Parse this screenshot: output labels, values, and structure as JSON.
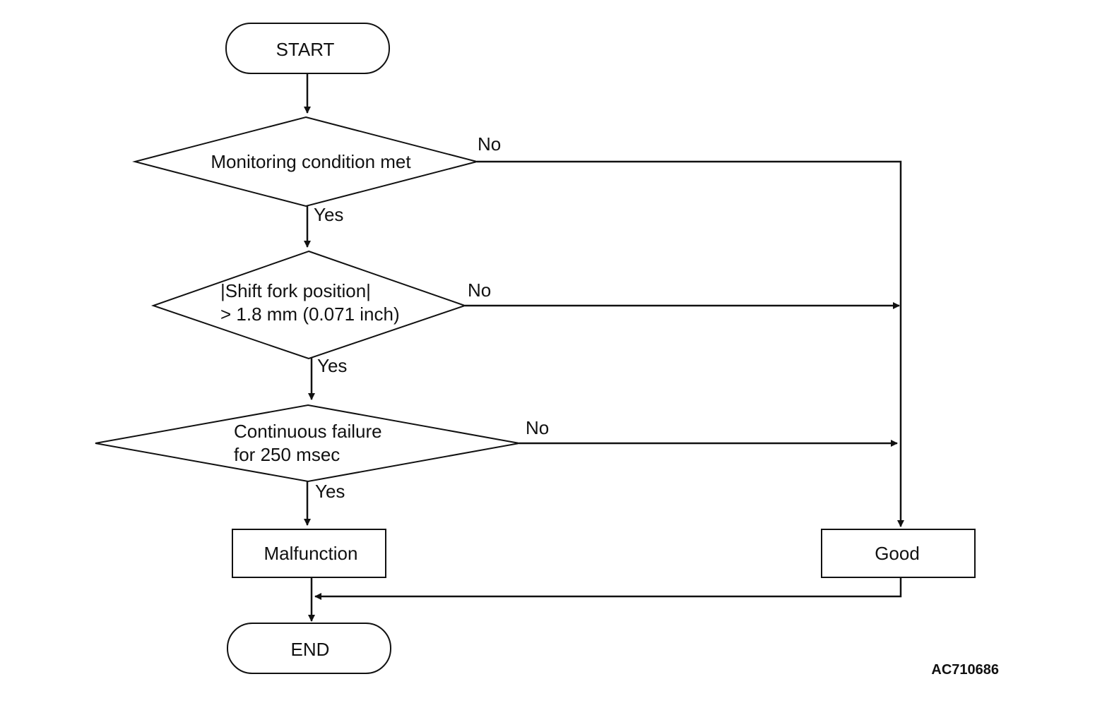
{
  "nodes": {
    "start": "START",
    "monitoring": "Monitoring condition met",
    "shift_fork_line1": "|Shift fork position|",
    "shift_fork_line2": "> 1.8 mm (0.071 inch)",
    "continuous_line1": "Continuous failure",
    "continuous_line2": "for 250 msec",
    "malfunction": "Malfunction",
    "good": "Good",
    "end": "END"
  },
  "edges": {
    "monitoring_no": "No",
    "monitoring_yes": "Yes",
    "shift_no": "No",
    "shift_yes": "Yes",
    "continuous_no": "No",
    "continuous_yes": "Yes"
  },
  "figure_code": "AC710686"
}
